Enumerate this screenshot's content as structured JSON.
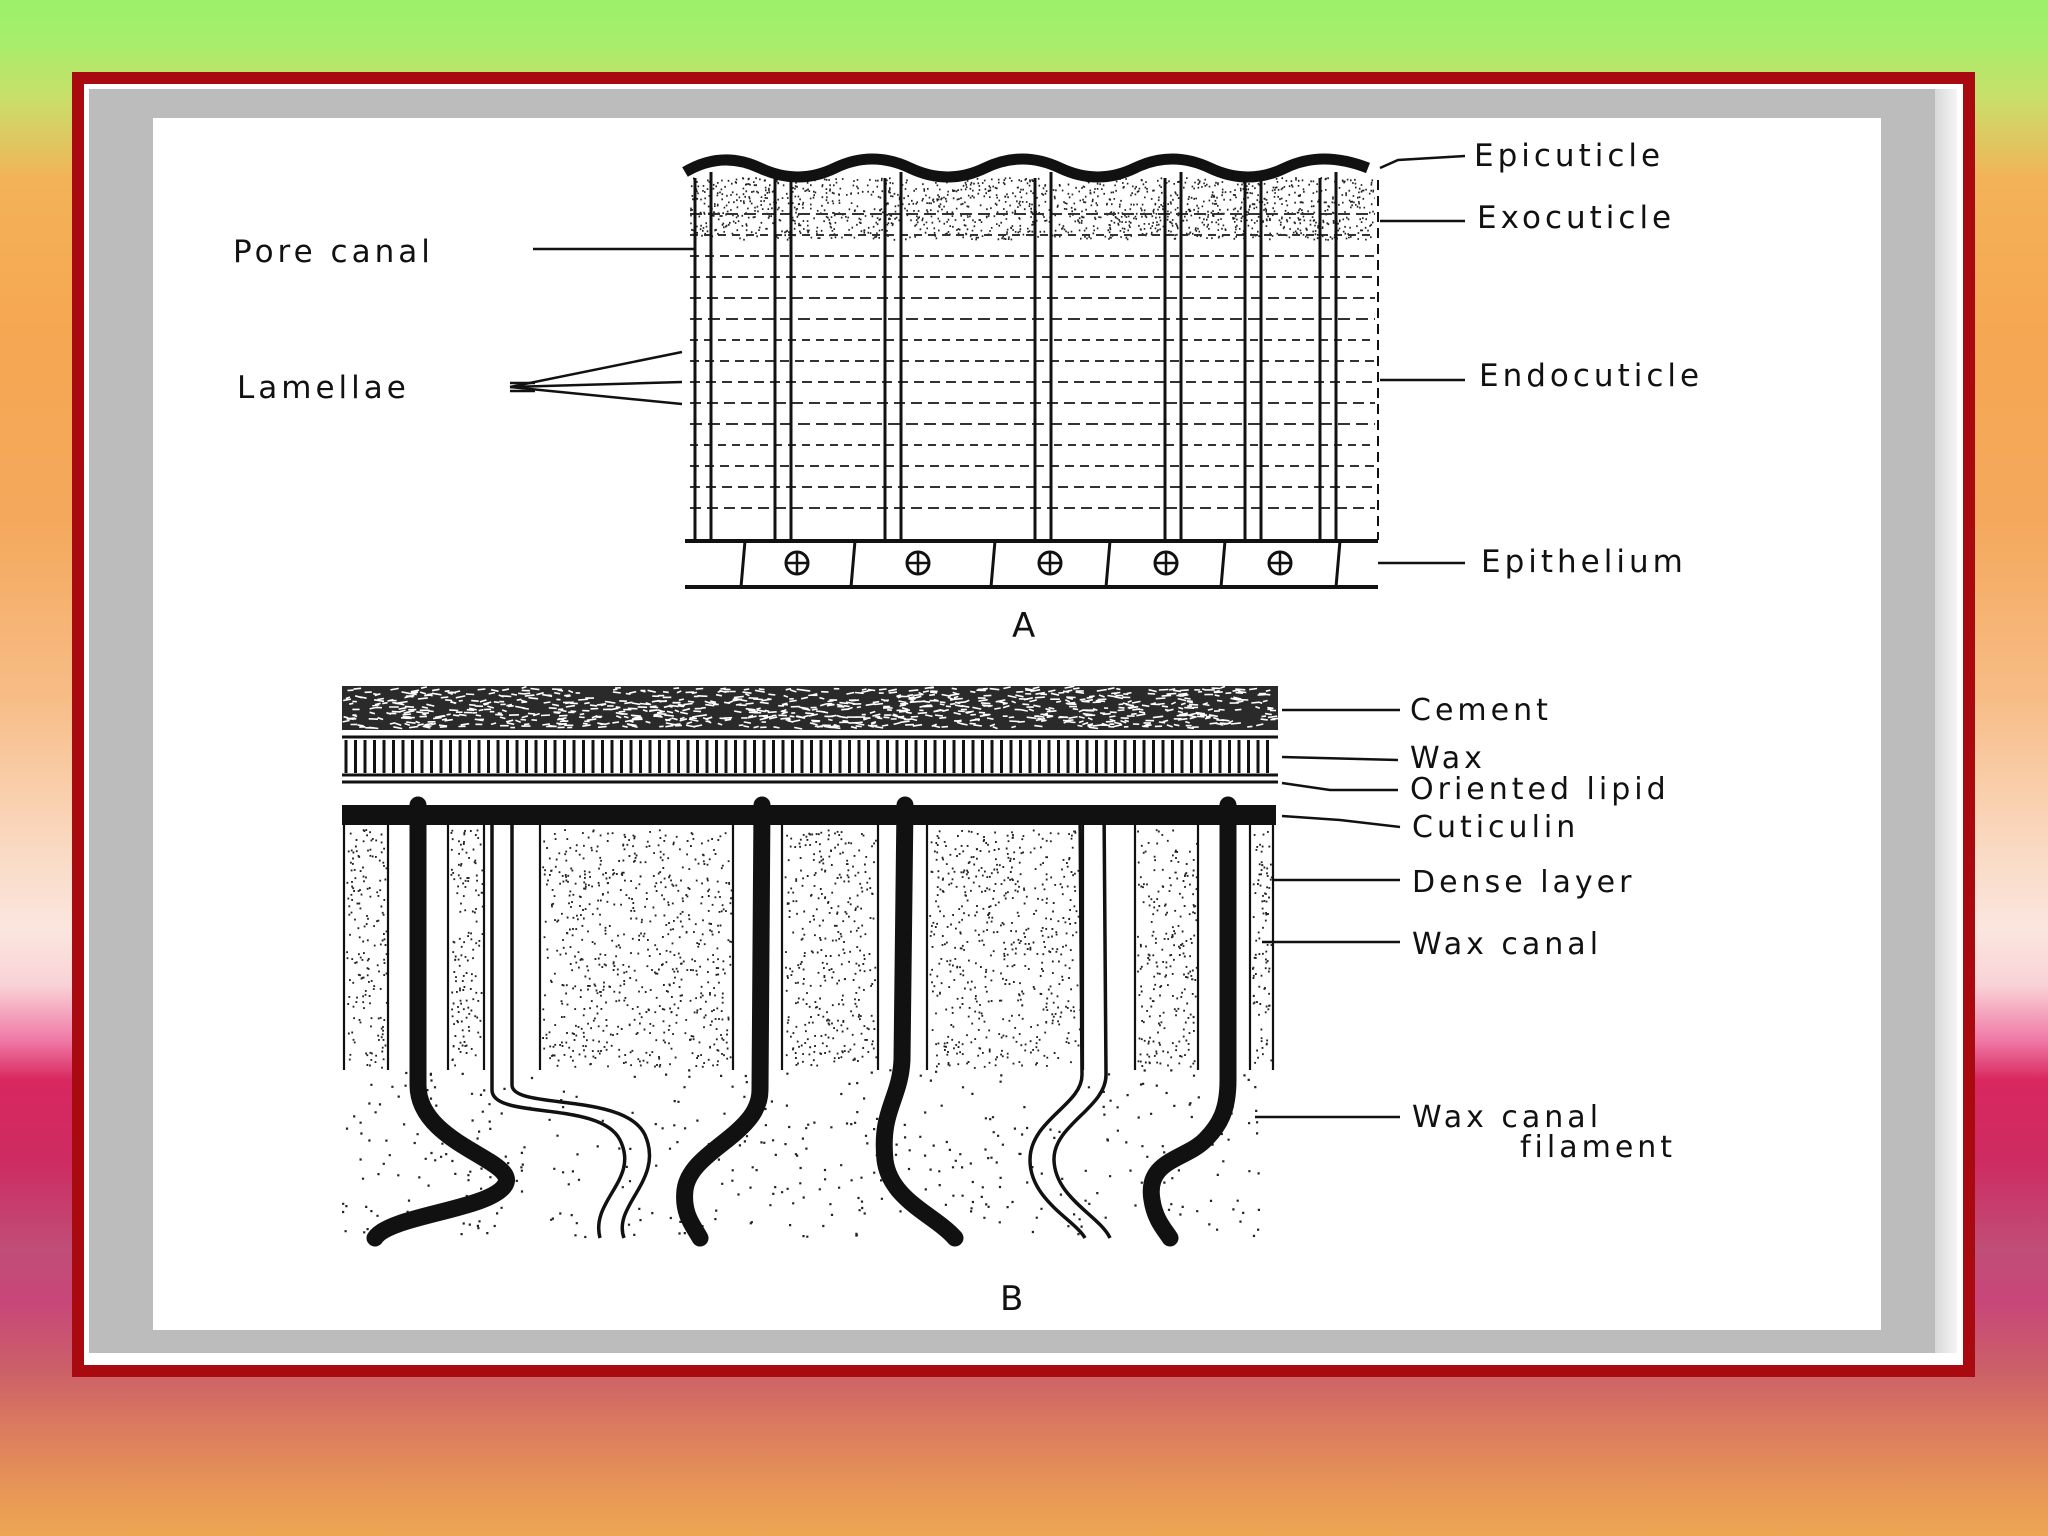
{
  "diagram": {
    "part_a": {
      "caption": "A",
      "labels": {
        "epicuticle": "Epicuticle",
        "exocuticle": "Exocuticle",
        "pore_canal": "Pore canal",
        "lamellae": "Lamellae",
        "endocuticle": "Endocuticle",
        "epithelium": "Epithelium"
      }
    },
    "part_b": {
      "caption": "B",
      "labels": {
        "cement": "Cement",
        "wax": "Wax",
        "oriented_lipid": "Oriented lipid",
        "cuticulin": "Cuticulin",
        "dense_layer": "Dense layer",
        "wax_canal": "Wax canal",
        "wax_canal_filament_line1": "Wax canal",
        "wax_canal_filament_line2": "filament"
      }
    }
  },
  "colors": {
    "frame_border": "#a80a0f",
    "panel_grey": "#bcbcbc",
    "ink": "#111111"
  }
}
